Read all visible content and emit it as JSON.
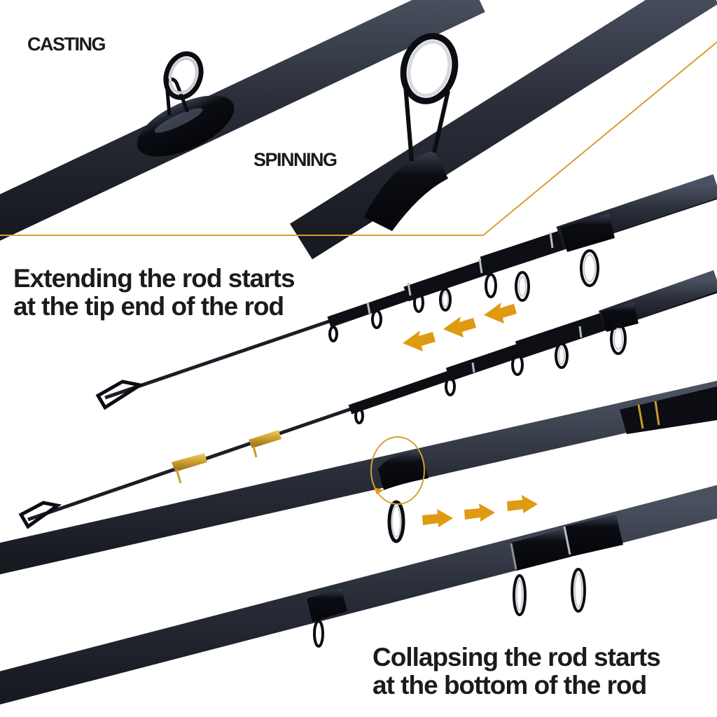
{
  "labels": {
    "casting": "CASTING",
    "spinning": "SPINNING",
    "extend": {
      "line1": "Extending the rod starts",
      "line2": "at the tip end of the rod"
    },
    "collapse": {
      "line1": "Collapsing the rod starts",
      "line2": "at the bottom of the rod"
    }
  },
  "colors": {
    "accent": "#e09a12",
    "divider": "#d4a030",
    "rod_blank": "#2b2f3a",
    "rod_gloss": "#0b0d12",
    "ring_metal": "#c9cdd2",
    "gold_guide": "#c89b2a",
    "text": "#1b1b1d"
  },
  "arrows": {
    "extend_direction": "left",
    "extend_count": 3,
    "collapse_direction": "right",
    "collapse_count": 3
  }
}
